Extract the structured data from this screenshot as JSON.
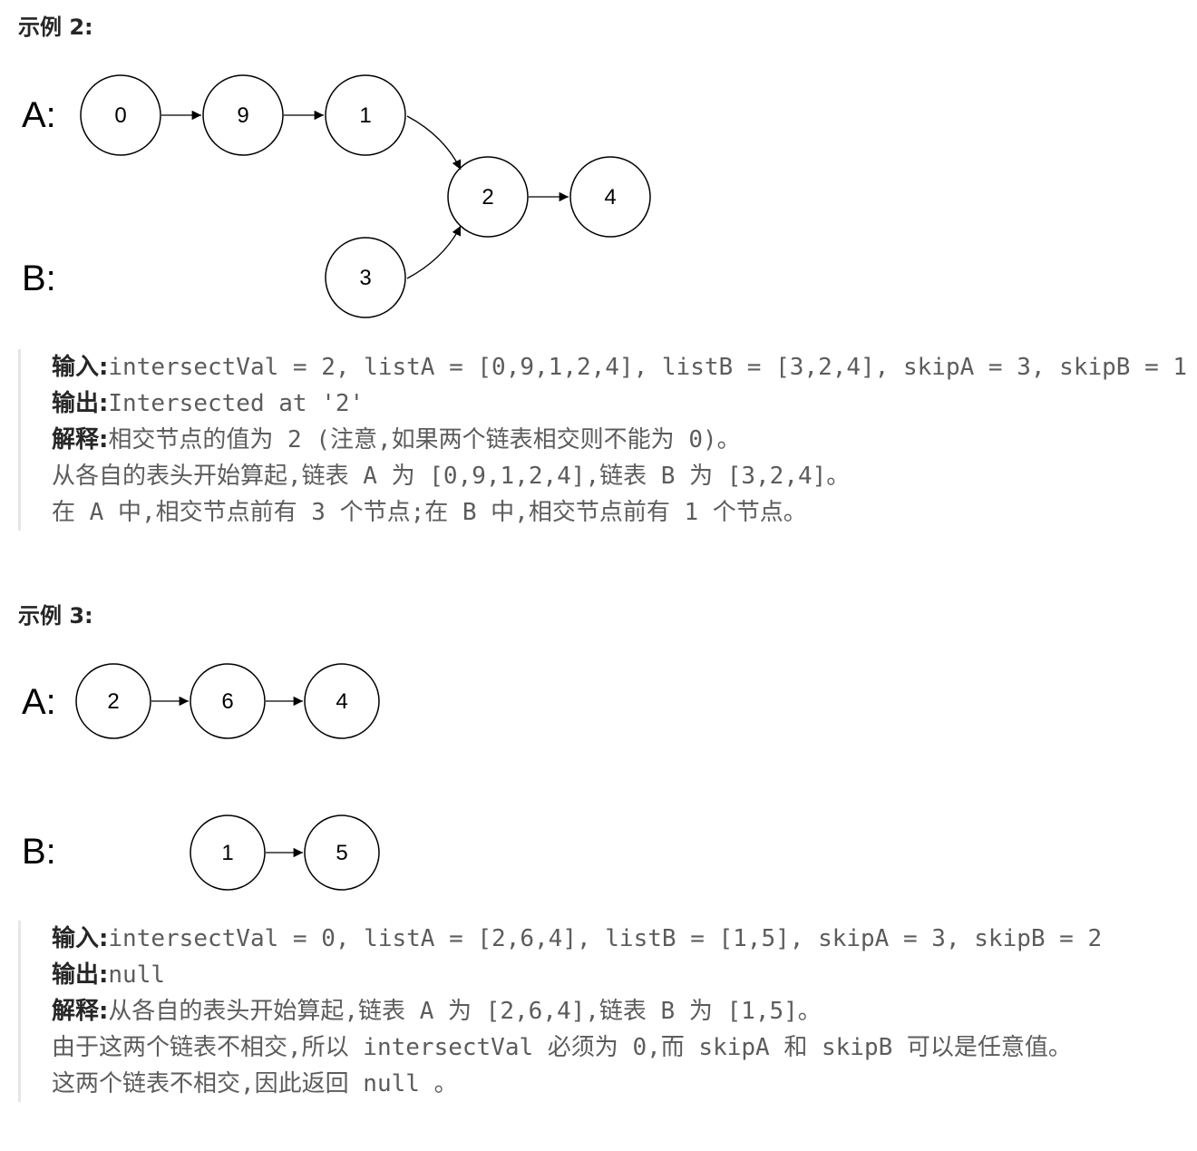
{
  "example2": {
    "heading": "示例 2:",
    "list_a_label": "A:",
    "list_b_label": "B:",
    "nodes": {
      "a0": "0",
      "a1": "9",
      "a2": "1",
      "b0": "3",
      "c0": "2",
      "c1": "4"
    },
    "input_label": "输入:",
    "input_value": "intersectVal = 2, listA = [0,9,1,2,4], listB = [3,2,4], skipA = 3, skipB = 1",
    "output_label": "输出:",
    "output_value": "Intersected at '2'",
    "explain_label": "解释:",
    "explain_value": "相交节点的值为 2 (注意,如果两个链表相交则不能为 0)。",
    "explain_line2": "从各自的表头开始算起,链表 A 为 [0,9,1,2,4],链表 B 为 [3,2,4]。",
    "explain_line3": "在 A 中,相交节点前有 3 个节点;在 B 中,相交节点前有 1 个节点。"
  },
  "example3": {
    "heading": "示例 3:",
    "list_a_label": "A:",
    "list_b_label": "B:",
    "nodes": {
      "a0": "2",
      "a1": "6",
      "a2": "4",
      "b0": "1",
      "b1": "5"
    },
    "input_label": "输入:",
    "input_value": "intersectVal = 0, listA = [2,6,4], listB = [1,5], skipA = 3, skipB = 2",
    "output_label": "输出:",
    "output_value": "null",
    "explain_label": "解释:",
    "explain_value": "从各自的表头开始算起,链表 A 为 [2,6,4],链表 B 为 [1,5]。",
    "explain_line2": "由于这两个链表不相交,所以 intersectVal 必须为 0,而 skipA 和 skipB 可以是任意值。",
    "explain_line3": "这两个链表不相交,因此返回 null 。"
  }
}
